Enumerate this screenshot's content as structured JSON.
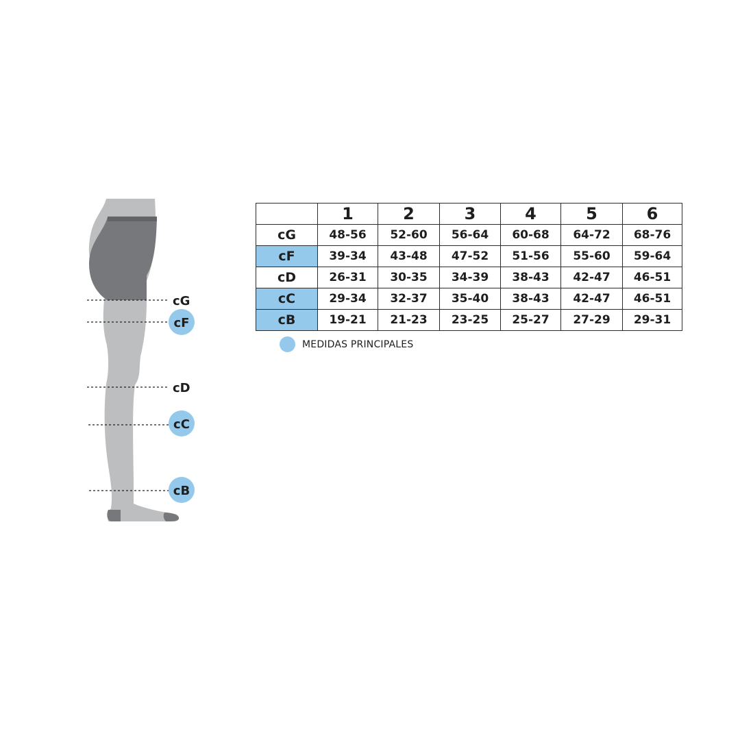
{
  "measurement_points": [
    {
      "code": "cG",
      "main": false
    },
    {
      "code": "cF",
      "main": true
    },
    {
      "code": "cD",
      "main": false
    },
    {
      "code": "cC",
      "main": true
    },
    {
      "code": "cB",
      "main": true
    }
  ],
  "table": {
    "corner": "",
    "sizes": [
      "1",
      "2",
      "3",
      "4",
      "5",
      "6"
    ],
    "rows": [
      {
        "code": "cG",
        "main": false,
        "values": [
          "48-56",
          "52-60",
          "56-64",
          "60-68",
          "64-72",
          "68-76"
        ]
      },
      {
        "code": "cF",
        "main": true,
        "values": [
          "39-34",
          "43-48",
          "47-52",
          "51-56",
          "55-60",
          "59-64"
        ]
      },
      {
        "code": "cD",
        "main": false,
        "values": [
          "26-31",
          "30-35",
          "34-39",
          "38-43",
          "42-47",
          "46-51"
        ]
      },
      {
        "code": "cC",
        "main": true,
        "values": [
          "29-34",
          "32-37",
          "35-40",
          "38-43",
          "42-47",
          "46-51"
        ]
      },
      {
        "code": "cB",
        "main": true,
        "values": [
          "19-21",
          "21-23",
          "23-25",
          "25-27",
          "27-29",
          "29-31"
        ]
      }
    ]
  },
  "legend": {
    "text": "MEDIDAS PRINCIPALES"
  },
  "colors": {
    "highlight": "#94c9ec",
    "stocking": "#bdbec0",
    "panty": "#77787b",
    "waistband": "#636466",
    "text": "#1e1e1e"
  }
}
